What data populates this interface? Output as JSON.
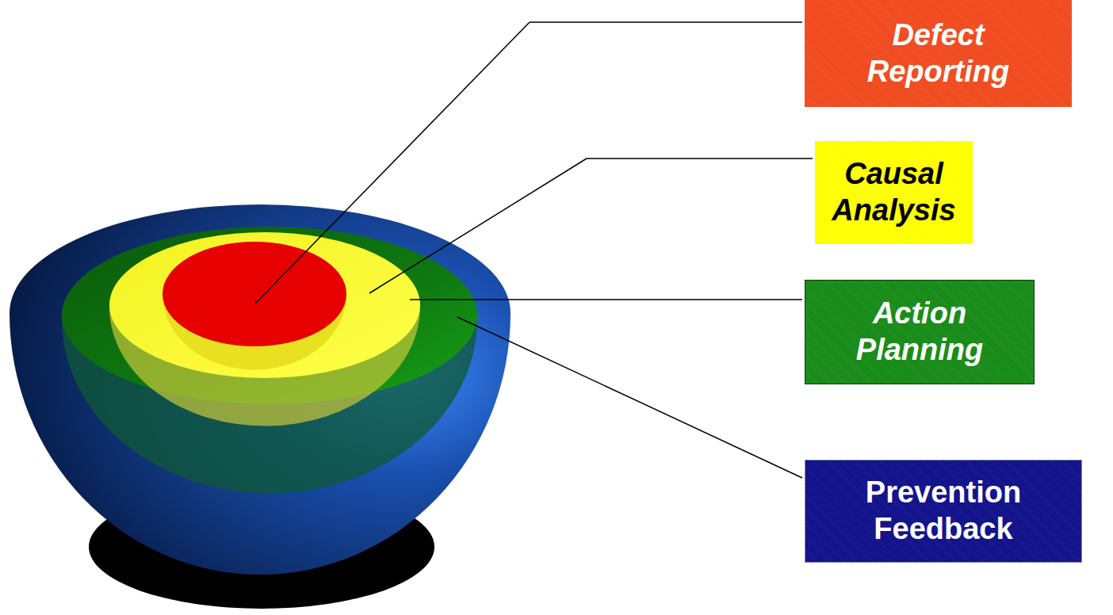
{
  "diagram": {
    "nodes": [
      {
        "text": [
          "Defect Reporting"
        ]
      },
      {
        "text": [
          "Causal Analysis"
        ]
      },
      {
        "text": [
          "Action Planning"
        ]
      },
      {
        "text": [
          "Prevention Feedback"
        ]
      }
    ]
  }
}
